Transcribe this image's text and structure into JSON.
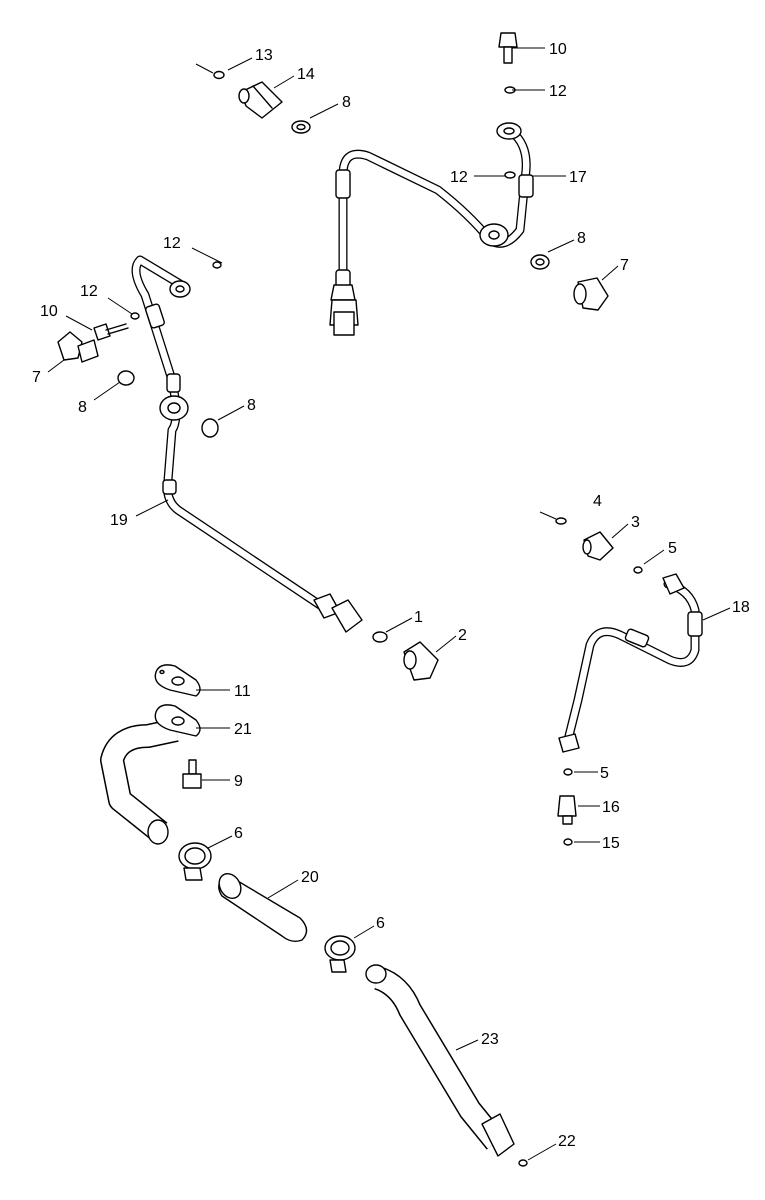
{
  "callouts": [
    {
      "id": "c13",
      "label": "13"
    },
    {
      "id": "c14",
      "label": "14"
    },
    {
      "id": "c8a",
      "label": "8"
    },
    {
      "id": "c10a",
      "label": "10"
    },
    {
      "id": "c12a",
      "label": "12"
    },
    {
      "id": "c12b",
      "label": "12"
    },
    {
      "id": "c17",
      "label": "17"
    },
    {
      "id": "c8b",
      "label": "8"
    },
    {
      "id": "c7a",
      "label": "7"
    },
    {
      "id": "c12c",
      "label": "12"
    },
    {
      "id": "c12d",
      "label": "12"
    },
    {
      "id": "c10b",
      "label": "10"
    },
    {
      "id": "c7b",
      "label": "7"
    },
    {
      "id": "c8c",
      "label": "8"
    },
    {
      "id": "c8d",
      "label": "8"
    },
    {
      "id": "c19",
      "label": "19"
    },
    {
      "id": "c1",
      "label": "1"
    },
    {
      "id": "c2",
      "label": "2"
    },
    {
      "id": "c4",
      "label": "4"
    },
    {
      "id": "c3",
      "label": "3"
    },
    {
      "id": "c5a",
      "label": "5"
    },
    {
      "id": "c18",
      "label": "18"
    },
    {
      "id": "c5b",
      "label": "5"
    },
    {
      "id": "c16",
      "label": "16"
    },
    {
      "id": "c15",
      "label": "15"
    },
    {
      "id": "c11",
      "label": "11"
    },
    {
      "id": "c21",
      "label": "21"
    },
    {
      "id": "c9",
      "label": "9"
    },
    {
      "id": "c6a",
      "label": "6"
    },
    {
      "id": "c20",
      "label": "20"
    },
    {
      "id": "c6b",
      "label": "6"
    },
    {
      "id": "c23",
      "label": "23"
    },
    {
      "id": "c22",
      "label": "22"
    }
  ]
}
